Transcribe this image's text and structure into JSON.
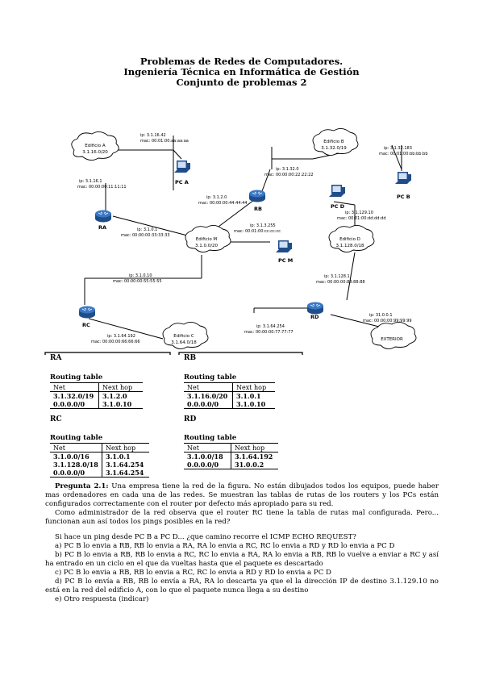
{
  "title": {
    "line1": "Problemas de Redes de Computadores.",
    "line2": "Ingeniería Técnica en Informática de Gestión",
    "line3": "Conjunto de problemas 2"
  },
  "diagram": {
    "clouds": {
      "edificio_a": {
        "name": "Edificio A",
        "net": "3.1.16.0/20"
      },
      "edificio_b": {
        "name": "Edificio B",
        "net": "3.1.32.0/19"
      },
      "edificio_m": {
        "name": "Edificio M",
        "net": "3.1.0.0/20"
      },
      "edificio_d": {
        "name": "Edificio D",
        "net": "3.1.128.0/18"
      },
      "edificio_c": {
        "name": "Edificio C",
        "net": "3.1.64.0/18"
      },
      "exterior": {
        "name": "EXTERIOR"
      }
    },
    "labels": {
      "pca_ip": "ip: 3.1.16.42",
      "pca_mac": "mac: 00:01:00:aa:aa:aa",
      "pca_name": "PC A",
      "ra_ip_a": "ip: 3.1.16.1",
      "ra_mac_a": "mac: 00:00:00:11:11:11",
      "ra_name": "RA",
      "ra_ip_m": "ip: 3.1.0.1",
      "ra_mac_m": "mac: 00:00:00:33:33:33",
      "rb_ip_b": "ip: 3.1.32.0",
      "rb_mac_b": "mac: 00:00:00:22:22:22",
      "rb_name": "RB",
      "rb_ip_m": "ip: 3.1.2.0",
      "rb_mac_m": "mac: 00:00:00:44:44:44",
      "pcb_ip": "ip: 3.1.32.183",
      "pcb_mac": "mac: 00:01:00:bb:bb:bb",
      "pcb_name": "PC B",
      "pcd_name": "PC D",
      "pcd_ip": "ip: 3.1.129.10",
      "pcd_mac": "mac: 00:01:00:dd:dd:dd",
      "pcm_ip": "ip: 3.1.3.255",
      "pcm_mac": "mac: 00:01:00:cc:cc:cc",
      "pcm_name": "PC M",
      "rc_ip_m": "ip: 3.1.0.10",
      "rc_mac_m": "mac: 00:00:00:55:55:55",
      "rc_name": "RC",
      "rc_ip_c": "ip: 3.1.64.192",
      "rc_mac_c": "mac: 00:00:00:66:66:66",
      "rd_ip_d": "ip: 3.1.128.1",
      "rd_mac_d": "mac: 00:00:00:88:88:88",
      "rd_name": "RD",
      "rd_ip_c": "ip: 3.1.64.254",
      "rd_mac_c": "mac: 00:00:00:77:77:77",
      "rd_ip_ext": "ip: 31.0.0.1",
      "rd_mac_ext": "mac: 00:00:00:99:99:99"
    }
  },
  "routing": {
    "caption": "Routing table",
    "col_net": "Net",
    "col_next": "Next hop",
    "ra": {
      "name": "RA",
      "rows": [
        {
          "net": "3.1.32.0/19",
          "hop": "3.1.2.0"
        },
        {
          "net": "0.0.0.0/0",
          "hop": "3.1.0.10"
        }
      ]
    },
    "rb": {
      "name": "RB",
      "rows": [
        {
          "net": "3.1.16.0/20",
          "hop": "3.1.0.1"
        },
        {
          "net": "0.0.0.0/0",
          "hop": "3.1.0.10"
        }
      ]
    },
    "rc": {
      "name": "RC",
      "rows": [
        {
          "net": "3.1.0.0/16",
          "hop": "3.1.0.1"
        },
        {
          "net": "3.1.128.0/18",
          "hop": "3.1.64.254"
        },
        {
          "net": "0.0.0.0/0",
          "hop": "3.1.64.254"
        }
      ]
    },
    "rd": {
      "name": "RD",
      "rows": [
        {
          "net": "3.1.0.0/18",
          "hop": "3.1.64.192"
        },
        {
          "net": "0.0.0.0/0",
          "hop": "31.0.0.2"
        }
      ]
    }
  },
  "question": {
    "label": "Pregunta 2.1:",
    "para1": "Una empresa tiene la red de la figura. No están dibujados todos los equipos, puede haber mas ordenadores en cada una de las redes. Se muestran las tablas de rutas de los routers y los PCs están configurados correctamente con el router por defecto más apropiado para su red.",
    "para2": "Como administrador de la red observa que el router RC tiene la tabla de rutas mal configurada. Pero... funcionan aun así todos los pings posibles en la red?",
    "ask": "Si hace un ping desde PC B a PC D... ¿que camino recorre el ICMP ECHO REQUEST?",
    "a": "a) PC B lo envia a RB, RB lo envia a RA, RA lo envia a RC, RC lo envia a RD y RD lo envia a PC D",
    "b": "b) PC B lo envia a RB, RB lo envia a RC, RC lo envia a RA, RA lo envia a RB, RB lo vuelve a enviar a RC y así ha entrado en un ciclo en el que da vueltas hasta que el paquete es descartado",
    "c": "c) PC B lo envia a RB, RB lo envia a RC, RC lo envia a RD y RD lo envia a PC D",
    "d": "d) PC B lo envía a RB, RB lo envía a RA, RA lo descarta ya que el la dirección IP de destino 3.1.129.10 no está en la red del edificio A, con lo que el paquete nunca llega a su destino",
    "e": "e) Otro respuesta (indicar)"
  }
}
